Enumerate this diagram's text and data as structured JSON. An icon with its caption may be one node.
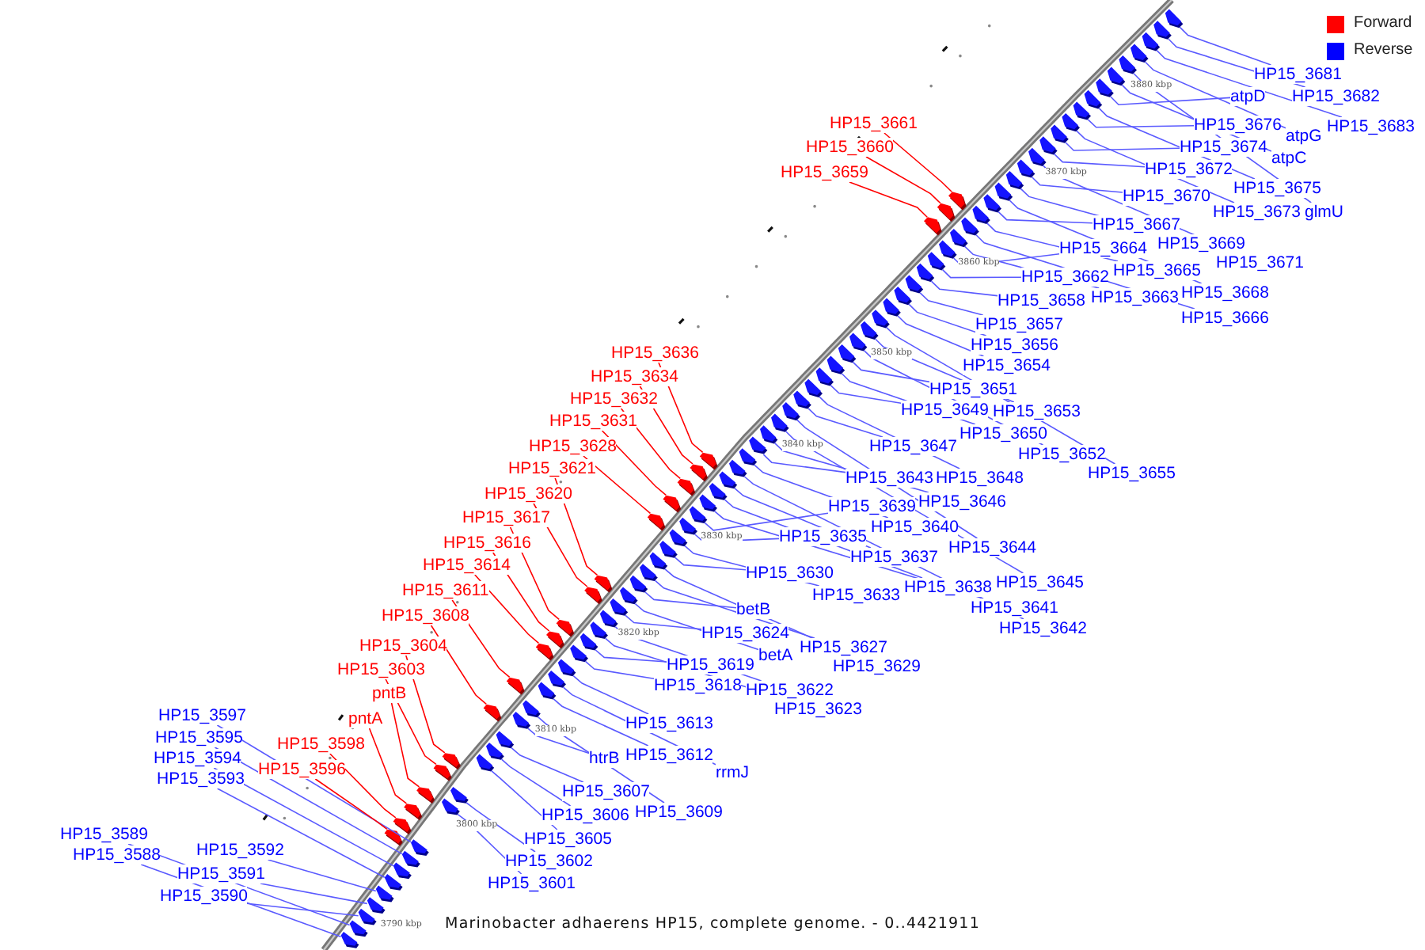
{
  "diagram": {
    "caption": "Marinobacter adhaerens HP15, complete genome. - 0..4421911",
    "nodes": [
      {
        "text": [
          "HP15_3681"
        ]
      },
      {
        "text": [
          "HP15_3682"
        ]
      },
      {
        "text": [
          "atpD"
        ]
      },
      {
        "text": [
          "HP15_3683"
        ]
      },
      {
        "text": [
          "HP15_3676"
        ]
      },
      {
        "text": [
          "HP15_3661"
        ]
      },
      {
        "text": [
          "atpG"
        ]
      },
      {
        "text": [
          "HP15_3660"
        ]
      },
      {
        "text": [
          "HP15_3674"
        ]
      },
      {
        "text": [
          "atpC"
        ]
      },
      {
        "text": [
          "HP15_3672"
        ]
      },
      {
        "text": [
          "HP15_3659"
        ]
      },
      {
        "text": [
          "HP15_3675"
        ]
      },
      {
        "text": [
          "HP15_3670"
        ]
      },
      {
        "text": [
          "HP15_3673"
        ]
      },
      {
        "text": [
          "glmU"
        ]
      },
      {
        "text": [
          "HP15_3667"
        ]
      },
      {
        "text": [
          "HP15_3669"
        ]
      },
      {
        "text": [
          "HP15_3664"
        ]
      },
      {
        "text": [
          "HP15_3671"
        ]
      },
      {
        "text": [
          "HP15_3665"
        ]
      },
      {
        "text": [
          "HP15_3662"
        ]
      },
      {
        "text": [
          "HP15_3668"
        ]
      },
      {
        "text": [
          "HP15_3663"
        ]
      },
      {
        "text": [
          "HP15_3658"
        ]
      },
      {
        "text": [
          "HP15_3666"
        ]
      },
      {
        "text": [
          "HP15_3657"
        ]
      },
      {
        "text": [
          "HP15_3656"
        ]
      },
      {
        "text": [
          "HP15_3636"
        ]
      },
      {
        "text": [
          "HP15_3654"
        ]
      },
      {
        "text": [
          "HP15_3634"
        ]
      },
      {
        "text": [
          "HP15_3651"
        ]
      },
      {
        "text": [
          "HP15_3632"
        ]
      },
      {
        "text": [
          "HP15_3649"
        ]
      },
      {
        "text": [
          "HP15_3653"
        ]
      },
      {
        "text": [
          "HP15_3631"
        ]
      },
      {
        "text": [
          "HP15_3650"
        ]
      },
      {
        "text": [
          "HP15_3628"
        ]
      },
      {
        "text": [
          "HP15_3647"
        ]
      },
      {
        "text": [
          "HP15_3652"
        ]
      },
      {
        "text": [
          "HP15_3621"
        ]
      },
      {
        "text": [
          "HP15_3655"
        ]
      },
      {
        "text": [
          "HP15_3643"
        ]
      },
      {
        "text": [
          "HP15_3648"
        ]
      },
      {
        "text": [
          "HP15_3620"
        ]
      },
      {
        "text": [
          "HP15_3646"
        ]
      },
      {
        "text": [
          "HP15_3639"
        ]
      },
      {
        "text": [
          "HP15_3617"
        ]
      },
      {
        "text": [
          "HP15_3640"
        ]
      },
      {
        "text": [
          "HP15_3635"
        ]
      },
      {
        "text": [
          "HP15_3616"
        ]
      },
      {
        "text": [
          "HP15_3644"
        ]
      },
      {
        "text": [
          "HP15_3637"
        ]
      },
      {
        "text": [
          "HP15_3614"
        ]
      },
      {
        "text": [
          "HP15_3630"
        ]
      },
      {
        "text": [
          "HP15_3645"
        ]
      },
      {
        "text": [
          "HP15_3638"
        ]
      },
      {
        "text": [
          "HP15_3611"
        ]
      },
      {
        "text": [
          "HP15_3633"
        ]
      },
      {
        "text": [
          "HP15_3641"
        ]
      },
      {
        "text": [
          "betB"
        ]
      },
      {
        "text": [
          "HP15_3608"
        ]
      },
      {
        "text": [
          "HP15_3642"
        ]
      },
      {
        "text": [
          "HP15_3624"
        ]
      },
      {
        "text": [
          "HP15_3604"
        ]
      },
      {
        "text": [
          "HP15_3627"
        ]
      },
      {
        "text": [
          "betA"
        ]
      },
      {
        "text": [
          "HP15_3619"
        ]
      },
      {
        "text": [
          "HP15_3629"
        ]
      },
      {
        "text": [
          "HP15_3603"
        ]
      },
      {
        "text": [
          "HP15_3618"
        ]
      },
      {
        "text": [
          "HP15_3622"
        ]
      },
      {
        "text": [
          "pntB"
        ]
      },
      {
        "text": [
          "HP15_3623"
        ]
      },
      {
        "text": [
          "HP15_3597"
        ]
      },
      {
        "text": [
          "pntA"
        ]
      },
      {
        "text": [
          "HP15_3613"
        ]
      },
      {
        "text": [
          "HP15_3595"
        ]
      },
      {
        "text": [
          "HP15_3598"
        ]
      },
      {
        "text": [
          "htrB"
        ]
      },
      {
        "text": [
          "HP15_3612"
        ]
      },
      {
        "text": [
          "HP15_3594"
        ]
      },
      {
        "text": [
          "HP15_3596"
        ]
      },
      {
        "text": [
          "rrmJ"
        ]
      },
      {
        "text": [
          "HP15_3593"
        ]
      },
      {
        "text": [
          "HP15_3607"
        ]
      },
      {
        "text": [
          "HP15_3609"
        ]
      },
      {
        "text": [
          "HP15_3606"
        ]
      },
      {
        "text": [
          "HP15_3589"
        ]
      },
      {
        "text": [
          "HP15_3605"
        ]
      },
      {
        "text": [
          "HP15_3592"
        ]
      },
      {
        "text": [
          "HP15_3588"
        ]
      },
      {
        "text": [
          "HP15_3602"
        ]
      },
      {
        "text": [
          "HP15_3591"
        ]
      },
      {
        "text": [
          "HP15_3601"
        ]
      },
      {
        "text": [
          "HP15_3590"
        ]
      },
      {
        "text": [],
        "shape": "pentagon"
      },
      {
        "text": [],
        "shape": "pentagon"
      },
      {
        "text": [],
        "shape": "pentagon"
      },
      {
        "text": [],
        "shape": "pentagon"
      },
      {
        "text": [],
        "shape": "pentagon"
      },
      {
        "text": [],
        "shape": "pentagon"
      },
      {
        "text": [],
        "shape": "pentagon"
      },
      {
        "text": [],
        "shape": "pentagon"
      },
      {
        "text": [],
        "shape": "pentagon"
      },
      {
        "text": [],
        "shape": "pentagon"
      },
      {
        "text": [],
        "shape": "pentagon"
      },
      {
        "text": [],
        "shape": "pentagon"
      },
      {
        "text": [],
        "shape": "pentagon"
      },
      {
        "text": [],
        "shape": "pentagon"
      },
      {
        "text": [],
        "shape": "pentagon"
      },
      {
        "text": [],
        "shape": "pentagon"
      },
      {
        "text": [],
        "shape": "pentagon"
      },
      {
        "text": [],
        "shape": "pentagon"
      },
      {
        "text": [],
        "shape": "pentagon"
      },
      {
        "text": [],
        "shape": "pentagon"
      },
      {
        "text": [],
        "shape": "pentagon"
      },
      {
        "text": [],
        "shape": "pentagon"
      },
      {
        "text": [],
        "shape": "pentagon"
      },
      {
        "text": [],
        "shape": "pentagon"
      },
      {
        "text": [],
        "shape": "pentagon"
      },
      {
        "text": [],
        "shape": "pentagon"
      },
      {
        "text": [],
        "shape": "pentagon"
      },
      {
        "text": [],
        "shape": "pentagon"
      },
      {
        "text": [],
        "shape": "pentagon"
      },
      {
        "text": [],
        "shape": "pentagon"
      },
      {
        "text": [],
        "shape": "pentagon"
      },
      {
        "text": [],
        "shape": "pentagon"
      },
      {
        "text": [],
        "shape": "pentagon"
      },
      {
        "text": [],
        "shape": "pentagon"
      },
      {
        "text": [],
        "shape": "pentagon"
      },
      {
        "text": [],
        "shape": "pentagon"
      },
      {
        "text": [],
        "shape": "pentagon"
      },
      {
        "text": [],
        "shape": "pentagon"
      },
      {
        "text": [],
        "shape": "pentagon"
      },
      {
        "text": [],
        "shape": "pentagon"
      },
      {
        "text": [],
        "shape": "pentagon"
      },
      {
        "text": [],
        "shape": "pentagon"
      },
      {
        "text": [],
        "shape": "pentagon"
      },
      {
        "text": [],
        "shape": "pentagon"
      },
      {
        "text": [],
        "shape": "pentagon"
      },
      {
        "text": [],
        "shape": "pentagon"
      },
      {
        "text": [],
        "shape": "pentagon"
      },
      {
        "text": [],
        "shape": "pentagon"
      },
      {
        "text": [],
        "shape": "pentagon"
      },
      {
        "text": [],
        "shape": "pentagon"
      },
      {
        "text": [],
        "shape": "pentagon"
      },
      {
        "text": [],
        "shape": "pentagon"
      },
      {
        "text": [],
        "shape": "pentagon"
      },
      {
        "text": [],
        "shape": "pentagon"
      },
      {
        "text": [],
        "shape": "pentagon"
      },
      {
        "text": [],
        "shape": "pentagon"
      },
      {
        "text": [],
        "shape": "pentagon"
      },
      {
        "text": [],
        "shape": "pentagon"
      },
      {
        "text": [],
        "shape": "pentagon"
      },
      {
        "text": [],
        "shape": "pentagon"
      },
      {
        "text": [],
        "shape": "pentagon"
      },
      {
        "text": [],
        "shape": "pentagon"
      },
      {
        "text": [],
        "shape": "pentagon"
      },
      {
        "text": [],
        "shape": "pentagon"
      },
      {
        "text": [],
        "shape": "pentagon"
      },
      {
        "text": [],
        "shape": "pentagon"
      },
      {
        "text": [],
        "shape": "pentagon"
      },
      {
        "text": [],
        "shape": "pentagon"
      },
      {
        "text": [],
        "shape": "pentagon"
      },
      {
        "text": [],
        "shape": "pentagon"
      },
      {
        "text": [],
        "shape": "pentagon"
      },
      {
        "text": [],
        "shape": "pentagon"
      },
      {
        "text": [],
        "shape": "pentagon"
      },
      {
        "text": [],
        "shape": "pentagon"
      },
      {
        "text": [],
        "shape": "pentagon"
      },
      {
        "text": [],
        "shape": "pentagon"
      },
      {
        "text": [],
        "shape": "pentagon"
      },
      {
        "text": [],
        "shape": "pentagon"
      },
      {
        "text": [],
        "shape": "pentagon"
      },
      {
        "text": [],
        "shape": "pentagon"
      },
      {
        "text": [],
        "shape": "pentagon"
      },
      {
        "text": [],
        "shape": "pentagon"
      },
      {
        "text": [],
        "shape": "pentagon"
      },
      {
        "text": [],
        "shape": "pentagon"
      },
      {
        "text": [],
        "shape": "pentagon"
      },
      {
        "text": [],
        "shape": "pentagon"
      },
      {
        "text": [],
        "shape": "pentagon"
      },
      {
        "text": [],
        "shape": "pentagon"
      },
      {
        "text": [],
        "shape": "pentagon"
      },
      {
        "text": [],
        "shape": "pentagon"
      },
      {
        "text": [],
        "shape": "pentagon"
      },
      {
        "text": [],
        "shape": "pentagon"
      },
      {
        "text": [],
        "shape": "pentagon"
      },
      {
        "text": [],
        "shape": "pentagon"
      },
      {
        "text": [],
        "shape": "pentagon"
      },
      {
        "text": [],
        "shape": "pentagon"
      }
    ],
    "edges": [
      {
        "from": 0,
        "to": 96,
        "arrow": "none"
      },
      {
        "from": 1,
        "to": 97,
        "arrow": "none"
      },
      {
        "from": 2,
        "to": 98,
        "arrow": "none"
      },
      {
        "from": 3,
        "to": 99,
        "arrow": "none"
      },
      {
        "from": 4,
        "to": 100,
        "arrow": "none"
      },
      {
        "from": 5,
        "to": 101,
        "arrow": "none",
        "color": "#ff0000"
      },
      {
        "from": 6,
        "to": 102,
        "arrow": "none"
      },
      {
        "from": 7,
        "to": 103,
        "arrow": "none",
        "color": "#ff0000"
      },
      {
        "from": 8,
        "to": 104,
        "arrow": "none"
      },
      {
        "from": 9,
        "to": 105,
        "arrow": "none"
      },
      {
        "from": 10,
        "to": 106,
        "arrow": "none"
      },
      {
        "from": 11,
        "to": 107,
        "arrow": "none",
        "color": "#ff0000"
      },
      {
        "from": 12,
        "to": 108,
        "arrow": "none"
      },
      {
        "from": 13,
        "to": 109,
        "arrow": "none"
      },
      {
        "from": 14,
        "to": 110,
        "arrow": "none"
      },
      {
        "from": 15,
        "to": 111,
        "arrow": "none"
      },
      {
        "from": 16,
        "to": 112,
        "arrow": "none"
      },
      {
        "from": 17,
        "to": 113,
        "arrow": "none"
      },
      {
        "from": 18,
        "to": 114,
        "arrow": "none"
      },
      {
        "from": 19,
        "to": 115,
        "arrow": "none"
      },
      {
        "from": 20,
        "to": 116,
        "arrow": "none"
      },
      {
        "from": 21,
        "to": 117,
        "arrow": "none"
      },
      {
        "from": 22,
        "to": 118,
        "arrow": "none"
      },
      {
        "from": 23,
        "to": 119,
        "arrow": "none"
      },
      {
        "from": 24,
        "to": 120,
        "arrow": "none"
      },
      {
        "from": 25,
        "to": 121,
        "arrow": "none"
      },
      {
        "from": 26,
        "to": 122,
        "arrow": "none"
      },
      {
        "from": 27,
        "to": 123,
        "arrow": "none"
      },
      {
        "from": 28,
        "to": 124,
        "arrow": "none",
        "color": "#ff0000"
      },
      {
        "from": 29,
        "to": 125,
        "arrow": "none"
      },
      {
        "from": 30,
        "to": 126,
        "arrow": "none",
        "color": "#ff0000"
      },
      {
        "from": 31,
        "to": 127,
        "arrow": "none"
      },
      {
        "from": 32,
        "to": 128,
        "arrow": "none",
        "color": "#ff0000"
      },
      {
        "from": 33,
        "to": 129,
        "arrow": "none"
      },
      {
        "from": 34,
        "to": 130,
        "arrow": "none"
      },
      {
        "from": 35,
        "to": 131,
        "arrow": "none",
        "color": "#ff0000"
      },
      {
        "from": 36,
        "to": 132,
        "arrow": "none"
      },
      {
        "from": 37,
        "to": 133,
        "arrow": "none",
        "color": "#ff0000"
      },
      {
        "from": 38,
        "to": 134,
        "arrow": "none"
      },
      {
        "from": 39,
        "to": 135,
        "arrow": "none"
      },
      {
        "from": 40,
        "to": 136,
        "arrow": "none",
        "color": "#ff0000"
      },
      {
        "from": 41,
        "to": 137,
        "arrow": "none"
      },
      {
        "from": 42,
        "to": 138,
        "arrow": "none"
      },
      {
        "from": 43,
        "to": 139,
        "arrow": "none"
      },
      {
        "from": 44,
        "to": 140,
        "arrow": "none",
        "color": "#ff0000"
      },
      {
        "from": 45,
        "to": 141,
        "arrow": "none"
      },
      {
        "from": 46,
        "to": 142,
        "arrow": "none"
      },
      {
        "from": 47,
        "to": 143,
        "arrow": "none",
        "color": "#ff0000"
      },
      {
        "from": 48,
        "to": 144,
        "arrow": "none"
      },
      {
        "from": 49,
        "to": 145,
        "arrow": "none"
      },
      {
        "from": 50,
        "to": 146,
        "arrow": "none",
        "color": "#ff0000"
      },
      {
        "from": 51,
        "to": 147,
        "arrow": "none"
      },
      {
        "from": 52,
        "to": 148,
        "arrow": "none"
      },
      {
        "from": 53,
        "to": 149,
        "arrow": "none",
        "color": "#ff0000"
      },
      {
        "from": 54,
        "to": 150,
        "arrow": "none"
      },
      {
        "from": 55,
        "to": 151,
        "arrow": "none"
      },
      {
        "from": 56,
        "to": 152,
        "arrow": "none"
      },
      {
        "from": 57,
        "to": 153,
        "arrow": "none",
        "color": "#ff0000"
      },
      {
        "from": 58,
        "to": 154,
        "arrow": "none"
      },
      {
        "from": 59,
        "to": 155,
        "arrow": "none"
      },
      {
        "from": 60,
        "to": 156,
        "arrow": "none"
      },
      {
        "from": 61,
        "to": 157,
        "arrow": "none",
        "color": "#ff0000"
      },
      {
        "from": 62,
        "to": 158,
        "arrow": "none"
      },
      {
        "from": 63,
        "to": 159,
        "arrow": "none"
      },
      {
        "from": 64,
        "to": 160,
        "arrow": "none",
        "color": "#ff0000"
      },
      {
        "from": 65,
        "to": 161,
        "arrow": "none"
      },
      {
        "from": 66,
        "to": 162,
        "arrow": "none"
      },
      {
        "from": 67,
        "to": 163,
        "arrow": "none"
      },
      {
        "from": 68,
        "to": 164,
        "arrow": "none"
      },
      {
        "from": 69,
        "to": 165,
        "arrow": "none",
        "color": "#ff0000"
      },
      {
        "from": 70,
        "to": 166,
        "arrow": "none"
      },
      {
        "from": 71,
        "to": 167,
        "arrow": "none"
      },
      {
        "from": 72,
        "to": 168,
        "arrow": "none",
        "color": "#ff0000"
      },
      {
        "from": 73,
        "to": 169,
        "arrow": "none"
      },
      {
        "from": 74,
        "to": 170,
        "arrow": "none"
      },
      {
        "from": 75,
        "to": 171,
        "arrow": "none",
        "color": "#ff0000"
      },
      {
        "from": 76,
        "to": 172,
        "arrow": "none"
      },
      {
        "from": 77,
        "to": 173,
        "arrow": "none"
      },
      {
        "from": 78,
        "to": 174,
        "arrow": "none",
        "color": "#ff0000"
      },
      {
        "from": 79,
        "to": 175,
        "arrow": "none"
      },
      {
        "from": 80,
        "to": 176,
        "arrow": "none"
      },
      {
        "from": 81,
        "to": 177,
        "arrow": "none"
      },
      {
        "from": 82,
        "to": 178,
        "arrow": "none",
        "color": "#ff0000"
      },
      {
        "from": 83,
        "to": 179,
        "arrow": "none"
      },
      {
        "from": 84,
        "to": 180,
        "arrow": "none"
      },
      {
        "from": 85,
        "to": 181,
        "arrow": "none"
      },
      {
        "from": 86,
        "to": 182,
        "arrow": "none"
      },
      {
        "from": 87,
        "to": 183,
        "arrow": "none"
      },
      {
        "from": 88,
        "to": 184,
        "arrow": "none"
      },
      {
        "from": 89,
        "to": 185,
        "arrow": "none"
      },
      {
        "from": 90,
        "to": 186,
        "arrow": "none"
      },
      {
        "from": 91,
        "to": 187,
        "arrow": "none"
      },
      {
        "from": 92,
        "to": 188,
        "arrow": "none"
      },
      {
        "from": 93,
        "to": 189,
        "arrow": "none"
      },
      {
        "from": 94,
        "to": 190,
        "arrow": "none"
      },
      {
        "from": 95,
        "to": 191,
        "arrow": "none"
      }
    ],
    "labels": [
      "3880 kbp",
      "3870 kbp",
      "3860 kbp",
      "3850 kbp",
      "3840 kbp",
      "3830 kbp",
      "3820 kbp",
      "3810 kbp",
      "3800 kbp",
      "3790 kbp"
    ],
    "legend": [
      {
        "text": "Forward",
        "color": "#ff0000"
      },
      {
        "text": "Reverse",
        "color": "#0000ff"
      }
    ]
  }
}
